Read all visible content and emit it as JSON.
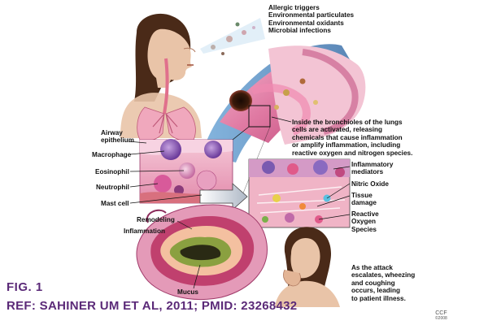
{
  "triggers": {
    "lines": "Allergic triggers\nEnvironmental particulates\nEnvironmental oxidants\nMicrobial infections"
  },
  "bronchiole_note": "Inside the bronchioles of the lungs\ncells are activated, releasing\nchemicals that cause inflammation\nor amplify inflammation, including\nreactive oxygen and nitrogen species.",
  "cell_labels": {
    "airway_epithelium": "Airway\nepithelium",
    "macrophage": "Macrophage",
    "eosinophil": "Eosinophil",
    "neutrophil": "Neutrophil",
    "mast_cell": "Mast cell"
  },
  "mediator_labels": {
    "inflammatory_mediators": "Inflammatory\nmediators",
    "nitric_oxide": "Nitric Oxide",
    "tissue_damage": "Tissue\ndamage",
    "reactive_oxygen": "Reactive\nOxygen\nSpecies"
  },
  "airway_labels": {
    "remodeling": "Remodeling",
    "inflammation": "Inflammation",
    "mucus": "Mucus"
  },
  "attack_note": "As the attack\nescalates, wheezing\nand coughing\noccurs, leading\nto patient illness.",
  "credit": {
    "ccf": "CCF",
    "year": "©2008"
  },
  "figure": {
    "number": "FIG. 1",
    "reference": "REF: SAHINER UM ET AL, 2011;  PMID: 23268432"
  },
  "colors": {
    "tissue_pink": "#e89ab8",
    "deep_magenta": "#b0306a",
    "lumen_dark": "#2a1408",
    "skin": "#e9c4a8",
    "hair": "#4a2a18",
    "figure_text": "#5b2a78"
  }
}
